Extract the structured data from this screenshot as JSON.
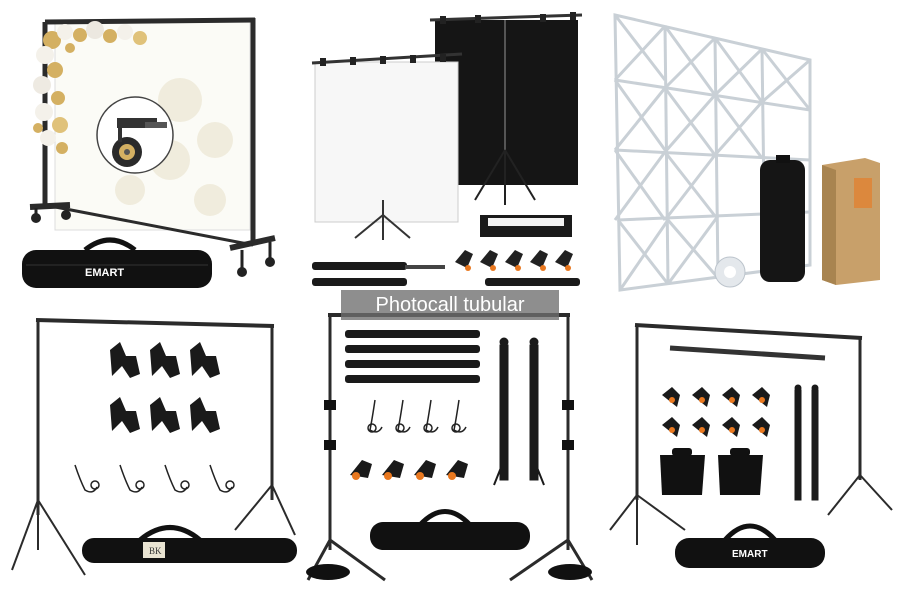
{
  "caption": "Photocall tubular",
  "brands": {
    "panel1_bag": "EMART",
    "panel4_bag": "BK",
    "panel6_bag": "EMART"
  },
  "colors": {
    "frame": "#2b2b2b",
    "black_backdrop": "#151515",
    "white_backdrop": "#f7f7f7",
    "balloon_gold": "#d4b062",
    "clamp_orange": "#e9781f",
    "popup_frame": "#c9d0d6",
    "carton": "#c8a06a"
  },
  "icons": [
    "caster-wheel-icon",
    "spring-clamp-icon",
    "sandbag-icon",
    "carry-bag-icon",
    "tripod-stand-icon"
  ]
}
